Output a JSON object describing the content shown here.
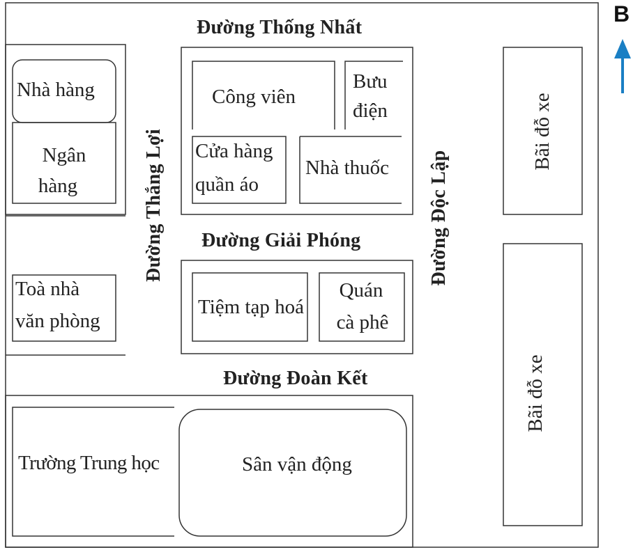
{
  "streets": {
    "thong_nhat": "Đường Thống Nhất",
    "thang_loi": "Đường Thắng Lợi",
    "doc_lap": "Đường Độc Lập",
    "giai_phong": "Đường Giải Phóng",
    "doan_ket": "Đường Đoàn Kết"
  },
  "places": {
    "nha_hang": "Nhà hàng",
    "ngan_hang_1": "Ngân",
    "ngan_hang_2": "hàng",
    "cong_vien": "Công  viên",
    "buu_dien_1": "Bưu",
    "buu_dien_2": "điện",
    "cua_hang_1": "Cửa hàng",
    "cua_hang_2": "quần áo",
    "nha_thuoc": "Nhà thuốc",
    "toa_nha_1": "Toà nhà",
    "toa_nha_2": "văn phòng",
    "tiem_tap_hoa": "Tiệm tạp hoá",
    "quan_ca_phe_1": "Quán",
    "quan_ca_phe_2": "cà phê",
    "truong": "Trường Trung học",
    "san_van_dong": "Sân vận động",
    "bai_do_xe_1": "Bãi đỗ xe",
    "bai_do_xe_2": "Bãi đỗ xe"
  },
  "compass": {
    "label": "B",
    "arrow_color": "#1a7fc4"
  }
}
